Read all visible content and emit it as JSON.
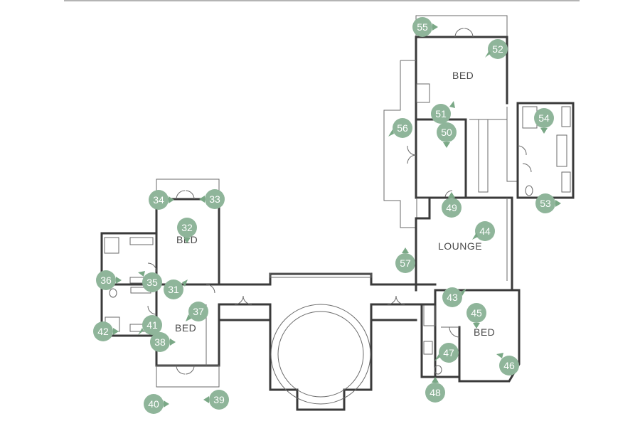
{
  "rooms": {
    "bed_top": "BED",
    "bed_left_top": "BED",
    "bed_left_bottom": "BED",
    "lounge": "LOUNGE",
    "bed_right": "BED"
  },
  "markers": [
    "55",
    "52",
    "51",
    "50",
    "54",
    "56",
    "53",
    "49",
    "44",
    "57",
    "43",
    "45",
    "47",
    "46",
    "48",
    "34",
    "33",
    "32",
    "36",
    "35",
    "31",
    "37",
    "42",
    "41",
    "38",
    "40",
    "39"
  ],
  "colors": {
    "marker": "#8fb59a",
    "wall": "#3a3a3a",
    "background": "#ffffff"
  }
}
